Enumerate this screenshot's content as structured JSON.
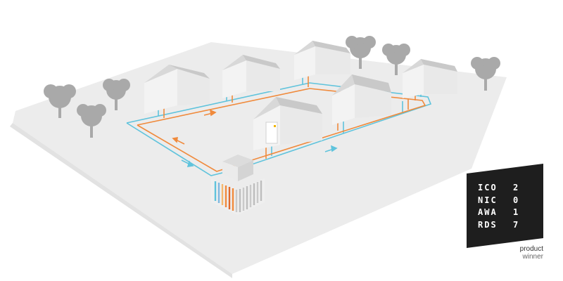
{
  "colors": {
    "ground": "#ececec",
    "ground_edge": "#e2e2e2",
    "house_wall": "#f3f3f3",
    "house_roof": "#c9c9c9",
    "tree": "#a9a9a9",
    "warm_pipe": "#f08a3c",
    "cold_pipe": "#5fc3dc",
    "badge_bg": "#1e1e1e",
    "badge_text": "#ffffff"
  },
  "badge": {
    "rows": [
      {
        "word": "ICO",
        "digit": "2"
      },
      {
        "word": "NIC",
        "digit": "0"
      },
      {
        "word": "AWA",
        "digit": "1"
      },
      {
        "word": "RDS",
        "digit": "7"
      }
    ],
    "caption_line1": "product",
    "caption_line2": "winner"
  },
  "icons": {
    "house": "house-icon",
    "tree": "tree-icon",
    "heat_pump": "heat-pump-icon",
    "energy_center": "energy-center-icon",
    "borehole_field": "borehole-field-icon",
    "flow_arrow": "flow-arrow-icon"
  }
}
